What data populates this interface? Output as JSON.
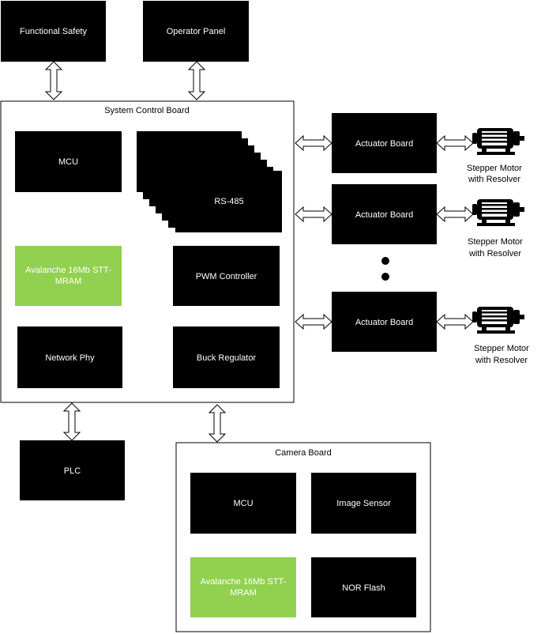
{
  "blocks": {
    "functional_safety": "Functional Safety",
    "operator_panel": "Operator Panel",
    "plc": "PLC"
  },
  "system_control_board": {
    "title": "System Control Board",
    "mcu": "MCU",
    "rs485": "RS-485",
    "mram_line1": "Avalanche 16Mb STT-",
    "mram_line2": "MRAM",
    "pwm_controller": "PWM Controller",
    "network_phy": "Network Phy",
    "buck_regulator": "Buck Regulator"
  },
  "actuators": [
    {
      "board": "Actuator Board",
      "motor_line1": "Stepper Motor",
      "motor_line2": "with Resolver"
    },
    {
      "board": "Actuator Board",
      "motor_line1": "Stepper Motor",
      "motor_line2": "with Resolver"
    },
    {
      "board": "Actuator Board",
      "motor_line1": "Stepper Motor",
      "motor_line2": "with Resolver"
    }
  ],
  "camera_board": {
    "title": "Camera Board",
    "mcu": "MCU",
    "image_sensor": "Image Sensor",
    "mram_line1": "Avalanche 16Mb STT-",
    "mram_line2": "MRAM",
    "nor_flash": "NOR Flash"
  },
  "colors": {
    "block": "#000000",
    "mram": "#92d050",
    "frame": "#000000"
  },
  "icons": [
    "double-arrow-icon",
    "stepper-motor-icon",
    "ellipsis-dots-icon"
  ]
}
